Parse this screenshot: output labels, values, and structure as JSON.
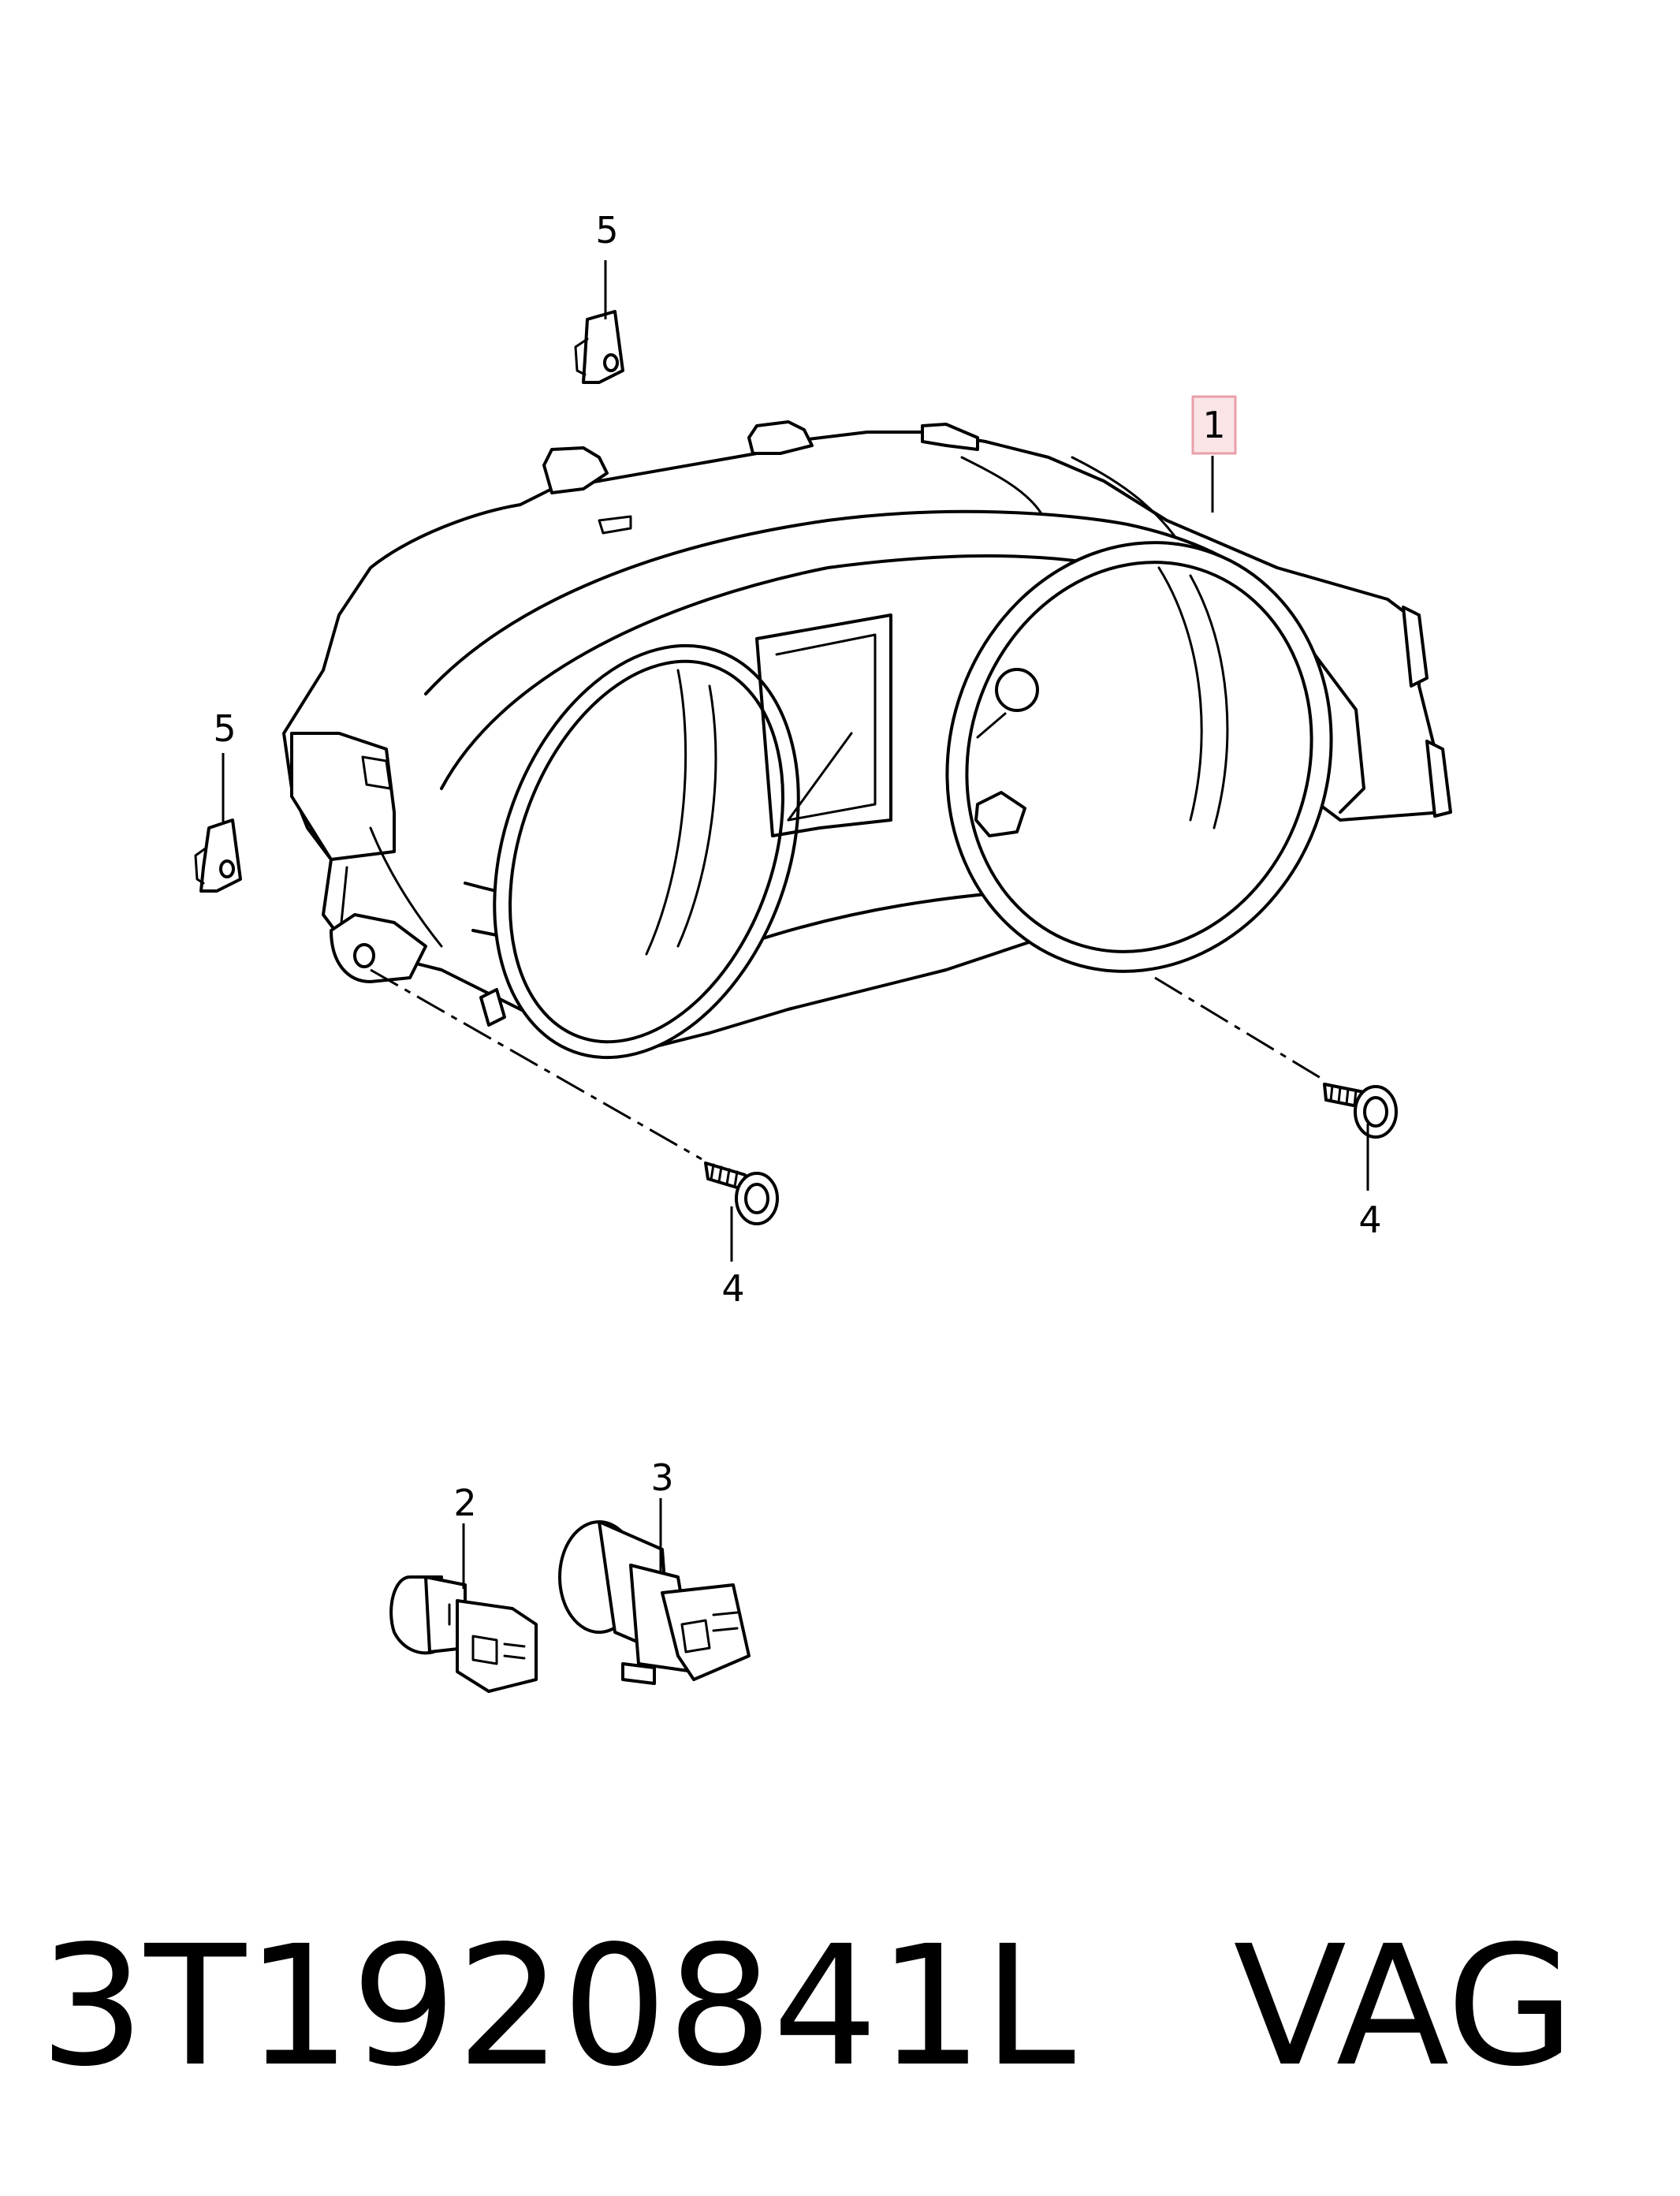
{
  "diagram": {
    "callouts": [
      {
        "id": "c1",
        "text": "1",
        "highlighted": true
      },
      {
        "id": "c2",
        "text": "2"
      },
      {
        "id": "c3",
        "text": "3"
      },
      {
        "id": "c4a",
        "text": "4"
      },
      {
        "id": "c4b",
        "text": "4"
      },
      {
        "id": "c5a",
        "text": "5"
      },
      {
        "id": "c5b",
        "text": "5"
      }
    ],
    "highlight_color": "#e8a0a8",
    "highlight_fill": "#fbe4e6"
  },
  "footer": {
    "part_number": "3T1920841L",
    "brand": "VAG"
  }
}
